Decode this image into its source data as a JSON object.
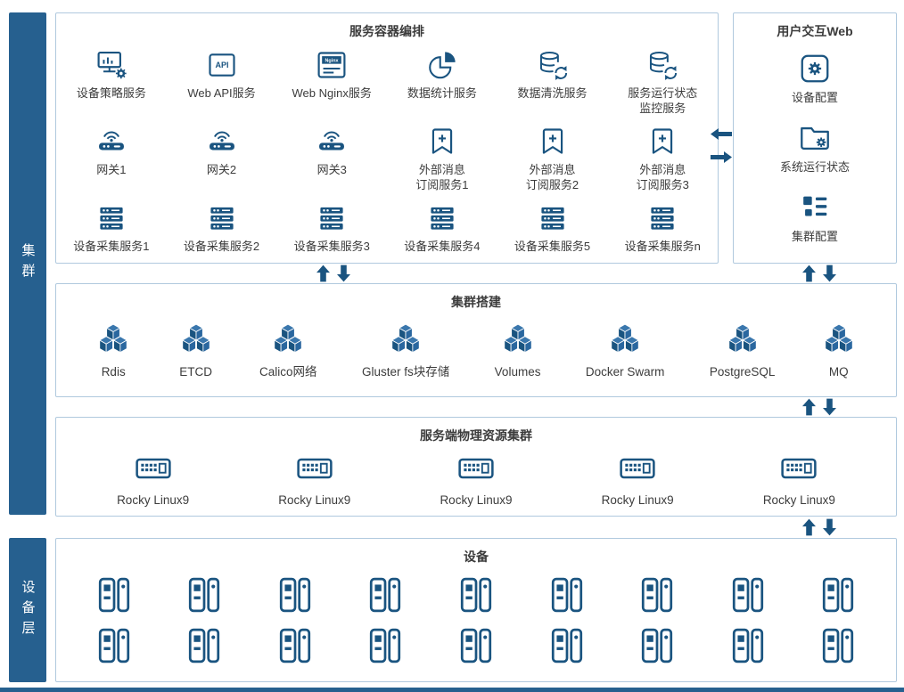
{
  "colors": {
    "primary": "#1a5480",
    "bar": "#26608f",
    "border": "#b0c9de",
    "cubeTop": "#3a77ad",
    "cubeLeft": "#1a5480",
    "cubeRight": "#2a679f"
  },
  "sidebars": {
    "cluster": "集群",
    "device": "设备层"
  },
  "orchestration": {
    "title": "服务容器编排",
    "rows": [
      [
        {
          "icon": "monitor-gear",
          "label": "设备策略服务"
        },
        {
          "icon": "api-box",
          "label": "Web API服务"
        },
        {
          "icon": "nginx-box",
          "label": "Web Nginx服务"
        },
        {
          "icon": "pie-chart",
          "label": "数据统计服务"
        },
        {
          "icon": "db-refresh",
          "label": "数据清洗服务"
        },
        {
          "icon": "db-refresh",
          "label": "服务运行状态\n监控服务"
        }
      ],
      [
        {
          "icon": "gateway",
          "label": "网关1"
        },
        {
          "icon": "gateway",
          "label": "网关2"
        },
        {
          "icon": "gateway",
          "label": "网关3"
        },
        {
          "icon": "bookmark-plus",
          "label": "外部消息\n订阅服务1"
        },
        {
          "icon": "bookmark-plus",
          "label": "外部消息\n订阅服务2"
        },
        {
          "icon": "bookmark-plus",
          "label": "外部消息\n订阅服务3"
        }
      ],
      [
        {
          "icon": "server-stack",
          "label": "设备采集服务1"
        },
        {
          "icon": "server-stack",
          "label": "设备采集服务2"
        },
        {
          "icon": "server-stack",
          "label": "设备采集服务3"
        },
        {
          "icon": "server-stack",
          "label": "设备采集服务4"
        },
        {
          "icon": "server-stack",
          "label": "设备采集服务5"
        },
        {
          "icon": "server-stack",
          "label": "设备采集服务n"
        }
      ]
    ]
  },
  "userWeb": {
    "title": "用户交互Web",
    "items": [
      {
        "icon": "gear-square",
        "label": "设备配置"
      },
      {
        "icon": "folder-gear",
        "label": "系统运行状态"
      },
      {
        "icon": "grid-list",
        "label": "集群配置"
      }
    ]
  },
  "cluster": {
    "title": "集群搭建",
    "items": [
      {
        "icon": "cubes",
        "label": "Rdis"
      },
      {
        "icon": "cubes",
        "label": "ETCD"
      },
      {
        "icon": "cubes",
        "label": "Calico网络"
      },
      {
        "icon": "cubes",
        "label": "Gluster fs块存储"
      },
      {
        "icon": "cubes",
        "label": "Volumes"
      },
      {
        "icon": "cubes",
        "label": "Docker Swarm"
      },
      {
        "icon": "cubes",
        "label": "PostgreSQL"
      },
      {
        "icon": "cubes",
        "label": "MQ"
      }
    ]
  },
  "physical": {
    "title": "服务端物理资源集群",
    "items": [
      {
        "icon": "server-front",
        "label": "Rocky Linux9"
      },
      {
        "icon": "server-front",
        "label": "Rocky Linux9"
      },
      {
        "icon": "server-front",
        "label": "Rocky Linux9"
      },
      {
        "icon": "server-front",
        "label": "Rocky Linux9"
      },
      {
        "icon": "server-front",
        "label": "Rocky Linux9"
      }
    ]
  },
  "devices": {
    "title": "设备",
    "icon": "device-door",
    "rows": 2,
    "perRow": 9
  }
}
